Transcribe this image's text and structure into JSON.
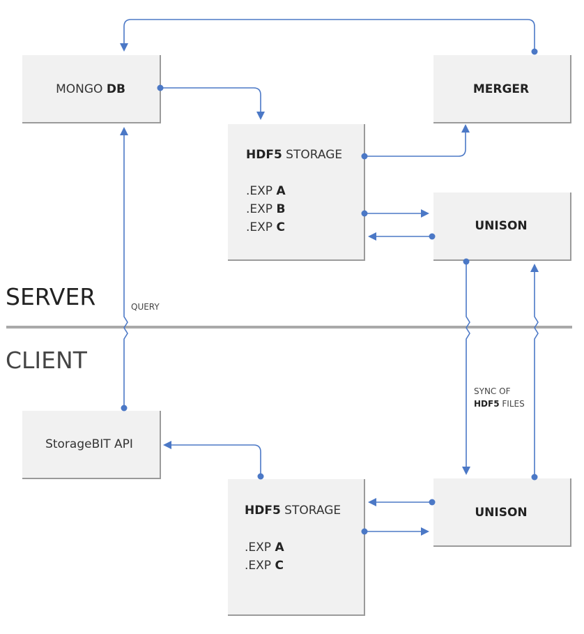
{
  "zones": {
    "server": "SERVER",
    "client": "CLIENT"
  },
  "boxes": {
    "mongo": {
      "pre": "MONGO ",
      "bold": "DB"
    },
    "merger": {
      "bold": "MERGER"
    },
    "hdf5_server": {
      "title_bold": "HDF5",
      "title_rest": " STORAGE",
      "items": [
        {
          "pre": ".EXP ",
          "bold": "A"
        },
        {
          "pre": ".EXP ",
          "bold": "B"
        },
        {
          "pre": ".EXP ",
          "bold": "C"
        }
      ]
    },
    "unison_server": {
      "bold": "UNISON"
    },
    "storagebit": {
      "text": "StorageBIT API"
    },
    "hdf5_client": {
      "title_bold": "HDF5",
      "title_rest": " STORAGE",
      "items": [
        {
          "pre": ".EXP ",
          "bold": "A"
        },
        {
          "pre": ".EXP ",
          "bold": "C"
        }
      ]
    },
    "unison_client": {
      "bold": "UNISON"
    }
  },
  "annotations": {
    "query": "QUERY",
    "sync_line1": "SYNC OF",
    "sync_line2_bold": "HDF5",
    "sync_line2_rest": " FILES"
  },
  "colors": {
    "connector": "#4b78c6",
    "box_fill": "#f1f1f1",
    "divider": "#a9a9a9"
  }
}
